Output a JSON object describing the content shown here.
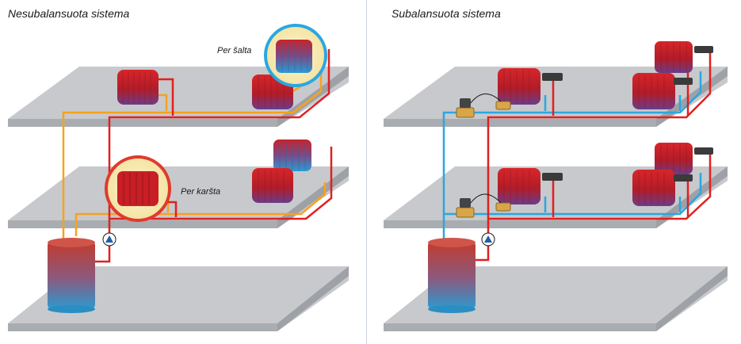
{
  "panels": {
    "left": {
      "title": "Nesubalansuota sistema",
      "label_cold": "Per šalta",
      "label_hot": "Per karšta"
    },
    "right": {
      "title": "Subalansuota sistema"
    }
  },
  "colors": {
    "supply": "#e02020",
    "return_unbalanced": "#f5a21e",
    "return_balanced": "#2aa7e0",
    "floor": "#c7c9cc",
    "cold_ring": "#2aa7e0",
    "hot_ring": "#e03a2c",
    "pump": "#1f5fa8"
  }
}
